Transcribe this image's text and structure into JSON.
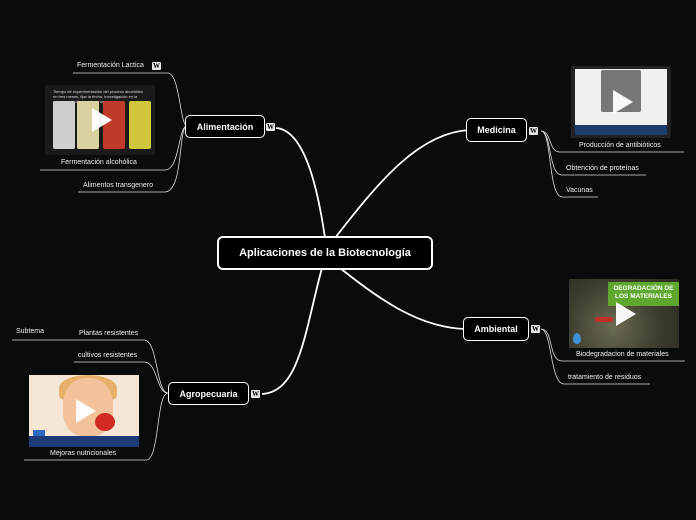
{
  "central": {
    "label": "Aplicaciones de la Biotecnología"
  },
  "branches": {
    "alimentacion": {
      "label": "Alimentación",
      "icon": "wikipedia-icon",
      "leaves": [
        "Fermentación Lactica",
        "Fermentación alcohólica",
        "Alimentos transgenero"
      ],
      "thumb_text": "Tiempo de experimentación del proceso alcohólico en tres meses, fijar la fecha. Investigación en la empresa productora de vinos."
    },
    "medicina": {
      "label": "Medicina",
      "icon": "wikipedia-icon",
      "leaves": [
        "Producción de antibióticos",
        "Obtención de proteínas",
        "Vacunas"
      ]
    },
    "ambiental": {
      "label": "Ambiental",
      "icon": "wikipedia-icon",
      "leaves": [
        "Biodegradacion de materiales",
        "tratamiento de residuos"
      ],
      "thumb_banner": "DEGRADACIÓN DE LOS MATERIALES"
    },
    "agropecuaria": {
      "label": "Agropecuaria",
      "icon": "wikipedia-icon",
      "leaves": [
        "Plantas resistentes",
        "cultivos resistentes",
        "Mejoras nutricionales"
      ],
      "subleaf": "Subtema"
    }
  },
  "wiki_glyph": "W",
  "colors": {
    "background": "#0a0b0c",
    "line": "#ffffff",
    "node_border": "#ffffff"
  }
}
